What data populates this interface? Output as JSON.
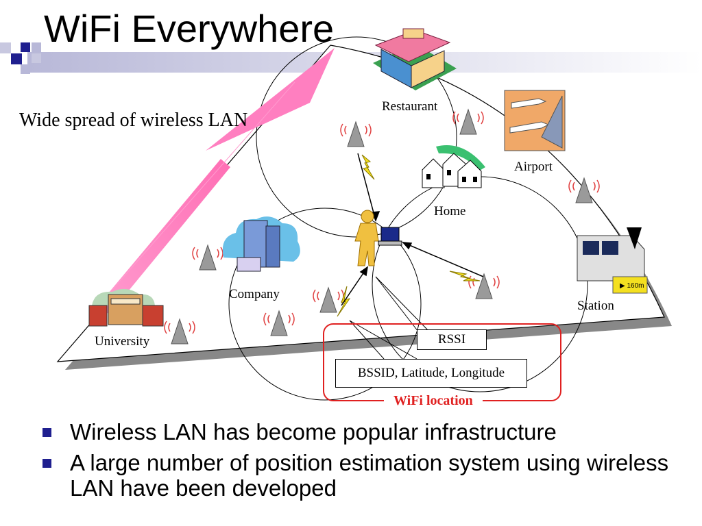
{
  "slide": {
    "title": "WiFi Everywhere",
    "subtitle": "Wide spread of wireless LAN"
  },
  "places": {
    "restaurant": "Restaurant",
    "airport": "Airport",
    "home": "Home",
    "company": "Company",
    "station": "Station",
    "university": "University"
  },
  "signals": {
    "rssi": "RSSI",
    "bssid": "BSSID, Latitude, Longitude",
    "wifi_location": "WiFi location"
  },
  "bullets": [
    "Wireless LAN has become popular infrastructure",
    "A large number of position estimation system using wireless LAN have been developed"
  ],
  "colors": {
    "accent": "#e02020",
    "bullet": "#1f1f8f",
    "arrow": "#ff88c8",
    "header_squares": "#1f1f8f"
  }
}
